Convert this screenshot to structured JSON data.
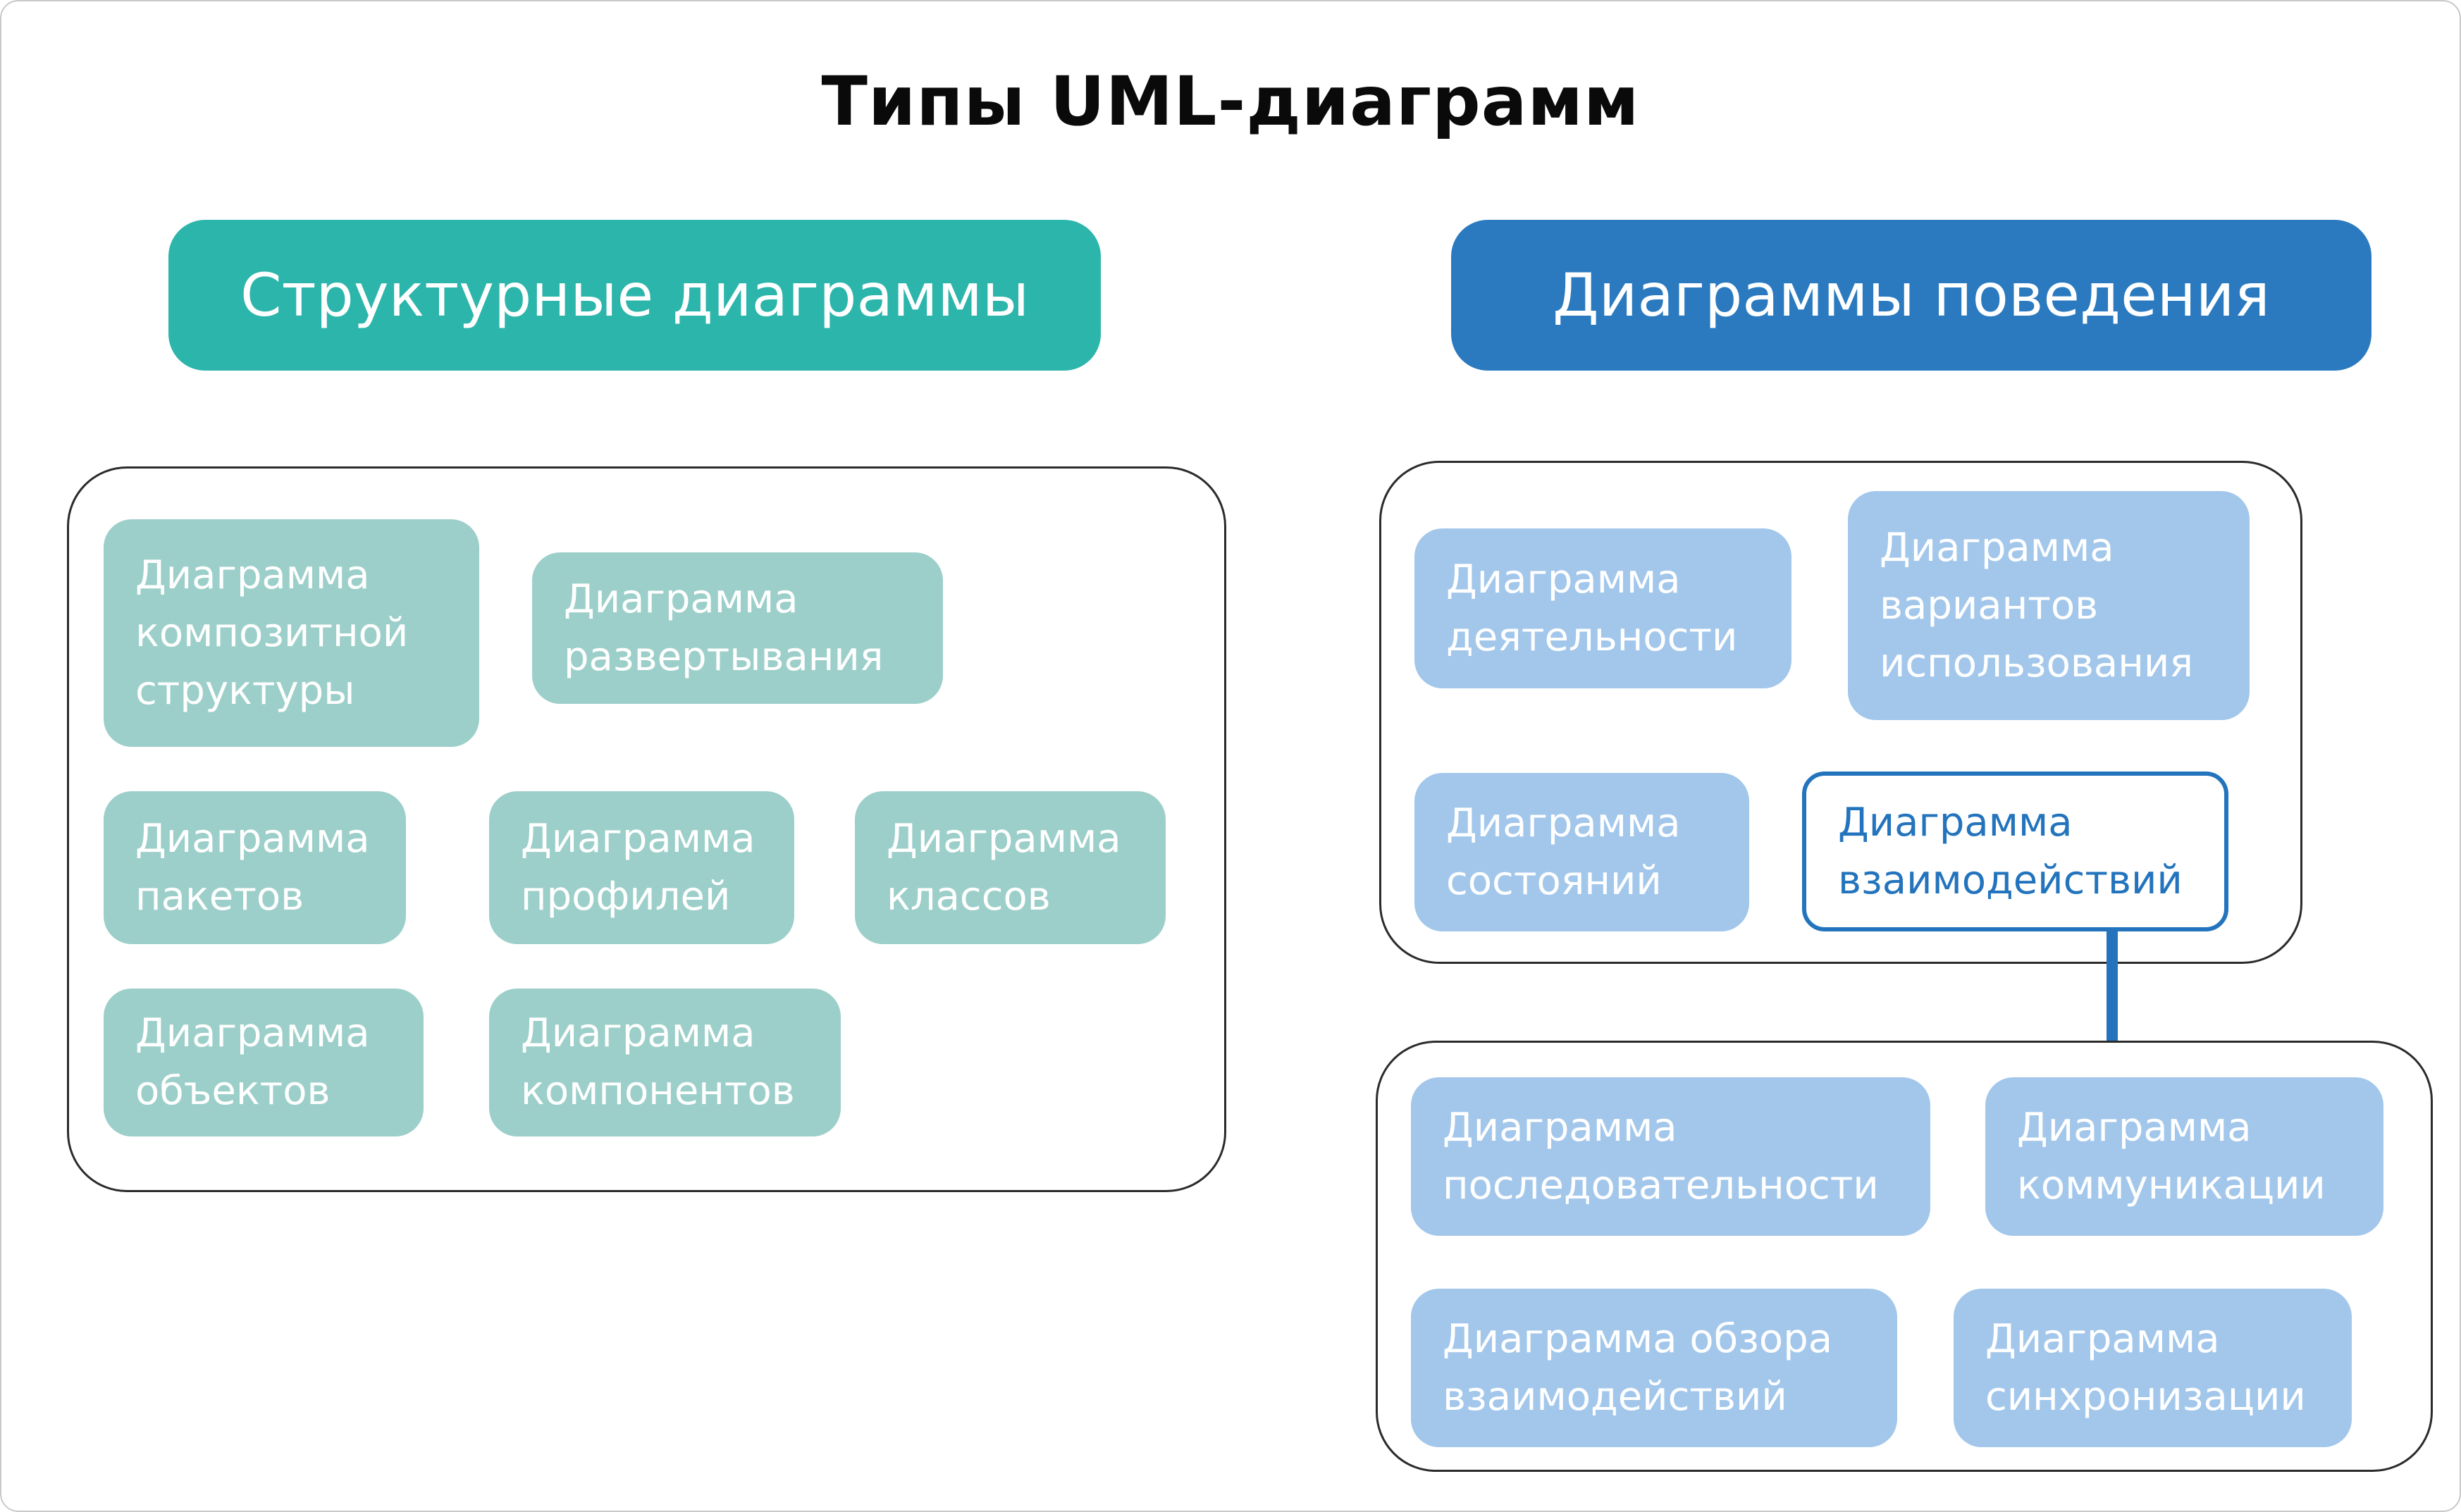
{
  "page": {
    "title": "Типы UML-диаграмм"
  },
  "colors": {
    "structural_header_bg": "#2cb5ab",
    "structural_node_bg": "#9ccfc9",
    "behavior_header_bg": "#2b7abf",
    "behavior_node_bg": "#a2c7eb",
    "outline_and_arrow_blue": "#2374bd",
    "container_border": "#2b2b2b",
    "title_color": "#0a0a0a"
  },
  "structural": {
    "header": "Структурные диаграммы",
    "items": [
      {
        "label": "Диаграмма композитной структуры"
      },
      {
        "label": "Диаграмма развертывания"
      },
      {
        "label": "Диаграмма пакетов"
      },
      {
        "label": "Диаграмма профилей"
      },
      {
        "label": "Диаграмма классов"
      },
      {
        "label": "Диаграмма объектов"
      },
      {
        "label": "Диаграмма компонентов"
      }
    ]
  },
  "behavior": {
    "header": "Диаграммы поведения",
    "main_items": [
      {
        "label": "Диаграмма деятельности"
      },
      {
        "label": "Диаграмма вариантов использования"
      },
      {
        "label": "Диаграмма состояний"
      },
      {
        "label": "Диаграмма взаимодействий",
        "style": "outlined"
      }
    ],
    "interaction_items": [
      {
        "label": "Диаграмма последовательности"
      },
      {
        "label": "Диаграмма коммуникации"
      },
      {
        "label": "Диаграмма обзора взаимодействий"
      },
      {
        "label": "Диаграмма синхронизации"
      }
    ]
  }
}
